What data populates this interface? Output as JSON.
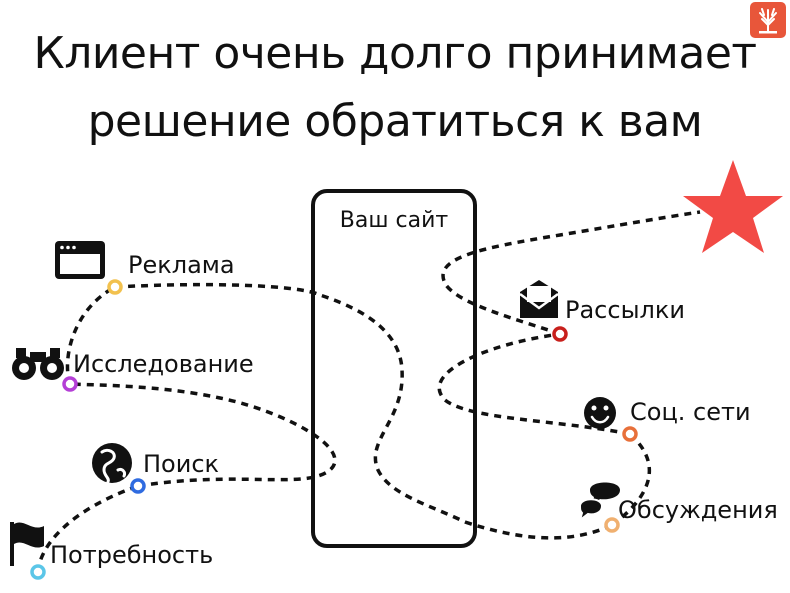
{
  "title_line1": "Клиент очень долго принимает",
  "title_line2": "решение обратиться к вам",
  "site_label": "Ваш сайт",
  "logo": {
    "icon": "tree-icon",
    "color": "#E8563A"
  },
  "goal": {
    "icon": "star-icon",
    "color": "#F24A45"
  },
  "stages": [
    {
      "id": "need",
      "label": "Потребность",
      "icon": "flag-icon",
      "color": "#5BC6E8"
    },
    {
      "id": "search",
      "label": "Поиск",
      "icon": "globe-icon",
      "color": "#2F6BE0"
    },
    {
      "id": "research",
      "label": "Исследование",
      "icon": "binoculars-icon",
      "color": "#B43FD6"
    },
    {
      "id": "ads",
      "label": "Реклама",
      "icon": "browser-icon",
      "color": "#F2C14E"
    },
    {
      "id": "forums",
      "label": "Обсуждения",
      "icon": "chat-icon",
      "color": "#F0B070"
    },
    {
      "id": "social",
      "label": "Соц. сети",
      "icon": "smiley-icon",
      "color": "#E8703A"
    },
    {
      "id": "mail",
      "label": "Рассылки",
      "icon": "envelope-icon",
      "color": "#C8201C"
    }
  ]
}
